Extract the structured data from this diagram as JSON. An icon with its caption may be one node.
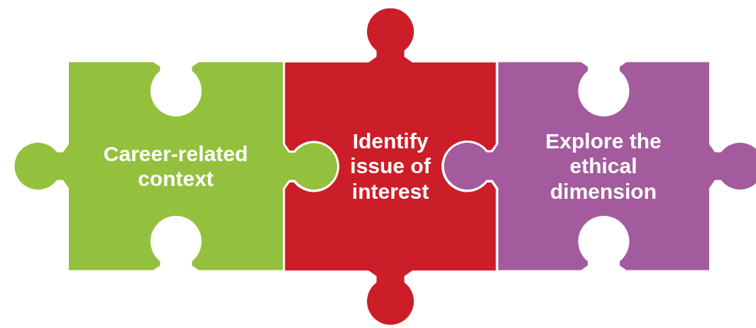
{
  "diagram": {
    "nodes": [
      {
        "text": [
          "Career-related context"
        ]
      },
      {
        "text": [
          "Identify issue of interest"
        ]
      },
      {
        "text": [
          "Explore the ethical dimension"
        ]
      }
    ]
  }
}
